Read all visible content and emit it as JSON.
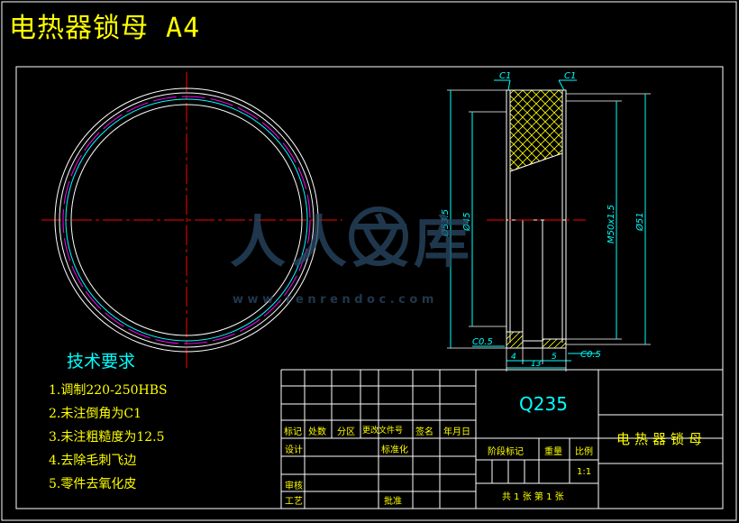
{
  "title": "电热器锁母 A4",
  "dimensions": {
    "c1_left": "C1",
    "c1_right": "C1",
    "d53_5": "Ø53.5",
    "d45": "Ø45",
    "thread": "M50x1.5",
    "d51": "Ø51",
    "c0_5_left": "C0.5",
    "c0_5_right": "C0.5",
    "dim_4": "4",
    "dim_13": "13",
    "dim_5": "5"
  },
  "tech_requirements": {
    "heading": "技术要求",
    "items": [
      "1.调制220-250HBS",
      "2.未注倒角为C1",
      "3.未注粗糙度为12.5",
      "4.去除毛刺飞边",
      "5.零件去氧化皮"
    ]
  },
  "title_block": {
    "material": "Q235",
    "part_name": "电热器锁母",
    "mark": "标记",
    "count": "处数",
    "zone": "分区",
    "change_doc": "更改文件号",
    "signature": "签名",
    "date": "年月日",
    "design": "设计",
    "standardize": "标准化",
    "stage_mark": "阶段标记",
    "weight": "重量",
    "scale": "比例",
    "scale_value": "1:1",
    "review": "审核",
    "process": "工艺",
    "approve": "批准",
    "sheet_info": "共 1 张  第 1 张"
  },
  "watermark": {
    "text": "人人文库",
    "url": "w w w . r e n r e n d o c . c o m"
  },
  "colors": {
    "background": "#000000",
    "frame": "#ffffff",
    "title": "#ffff00",
    "dimension": "#00ffff",
    "centerline": "#ff0000",
    "hatch": "#ffff00",
    "thread": "#ff00ff",
    "watermark": "#2a4a66"
  }
}
